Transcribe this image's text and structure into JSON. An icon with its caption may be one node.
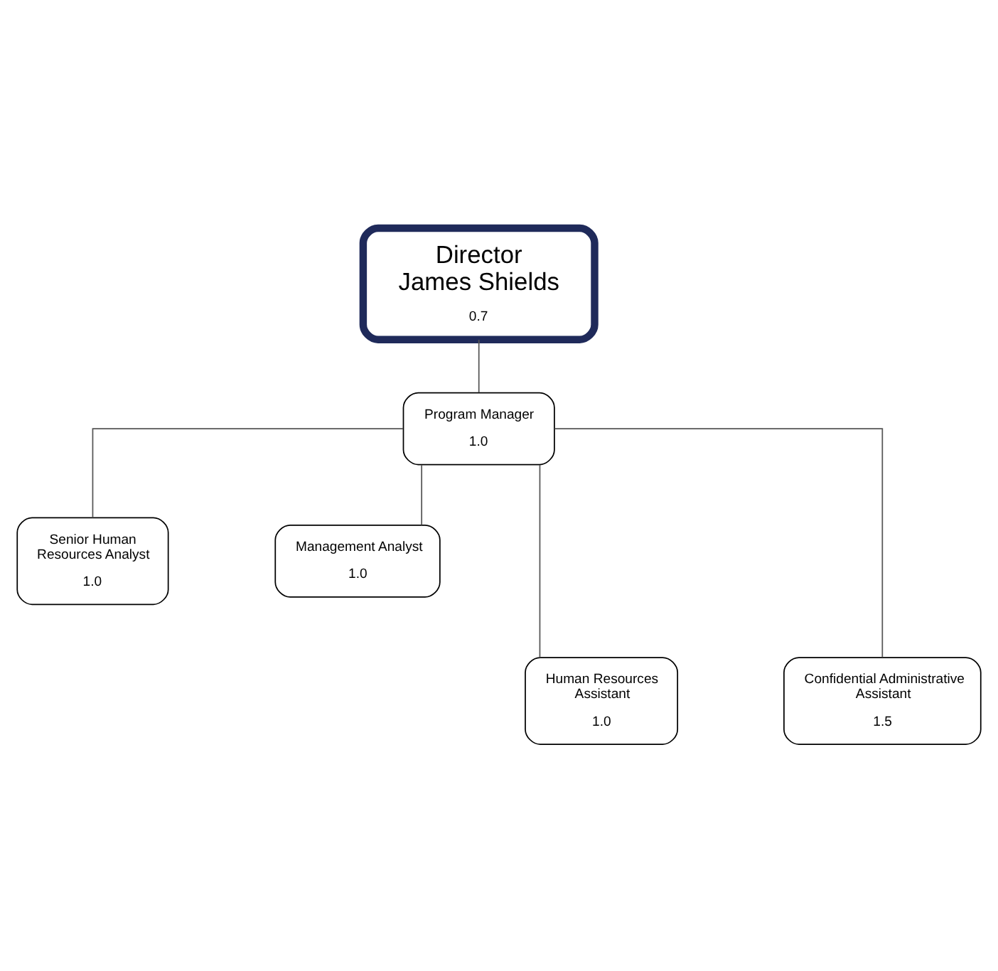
{
  "diagram": {
    "nodes": [
      {
        "text": [
          "Director James Shields",
          "0.7"
        ]
      },
      {
        "text": [
          "Program Manager",
          "1.0"
        ]
      },
      {
        "text": [
          "Senior Human Resources Analyst",
          "1.0"
        ]
      },
      {
        "text": [
          "Management Analyst",
          "1.0"
        ]
      },
      {
        "text": [
          "Human Resources Assistant",
          "1.0"
        ]
      },
      {
        "text": [
          "Confidential Administrative Assistant",
          "1.5"
        ]
      }
    ],
    "edges": [
      {
        "from": 0,
        "to": 1,
        "arrow": "none"
      },
      {
        "from": 1,
        "to": 2,
        "arrow": "none"
      },
      {
        "from": 1,
        "to": 3,
        "arrow": "none"
      },
      {
        "from": 1,
        "to": 4,
        "arrow": "none"
      },
      {
        "from": 1,
        "to": 5,
        "arrow": "none"
      }
    ]
  }
}
